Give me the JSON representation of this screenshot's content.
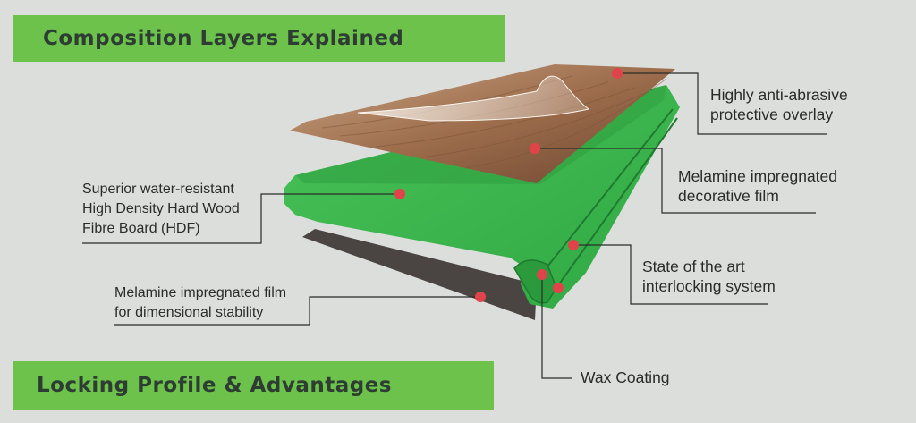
{
  "headings": {
    "top": "Composition Layers Explained",
    "bottom": "Locking Profile & Advantages"
  },
  "labels": {
    "overlay": [
      "Highly anti-abrasive",
      "protective overlay"
    ],
    "decor": [
      "Melamine impregnated",
      "decorative film"
    ],
    "hdf": [
      "Superior water-resistant",
      "High Density Hard Wood",
      "Fibre Board (HDF)"
    ],
    "backing": [
      "Melamine impregnated film",
      "for dimensional stability"
    ],
    "locking": [
      "State of the art",
      "interlocking system"
    ],
    "wax": "Wax Coating"
  },
  "colors": {
    "banner": "#6cc24a",
    "board": "#3ab54a",
    "wood": "#9b6b4c",
    "backing": "#4a4542",
    "marker": "#e0444a"
  }
}
